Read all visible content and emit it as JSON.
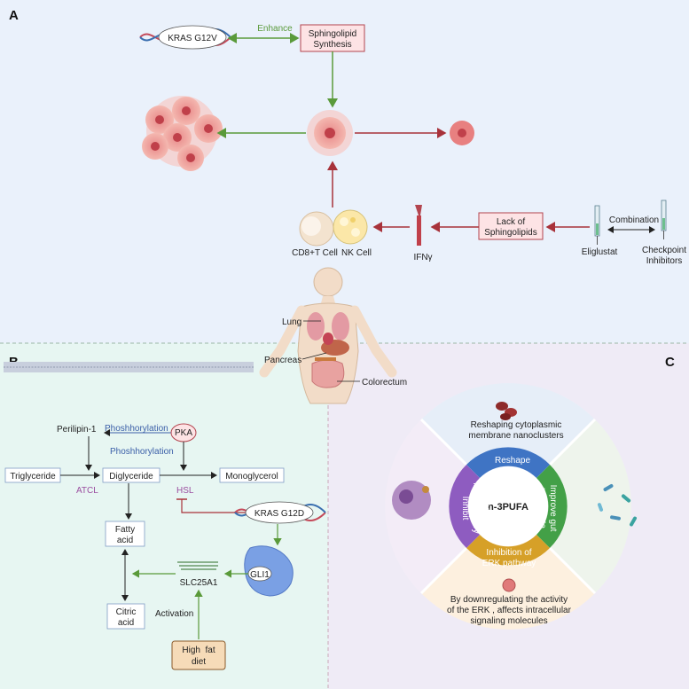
{
  "panels": {
    "a": {
      "letter": "A",
      "kras_g12v": "KRAS G12V",
      "enhance": "Enhance",
      "sphingolipid_synthesis": [
        "Sphingolipid",
        "Synthesis"
      ],
      "lack_of_sphingolipids": [
        "Lack of",
        "Sphingolipids"
      ],
      "combination": "Combination",
      "eliglustat": "Eliglustat",
      "checkpoint_inhibitors": [
        "Checkpoint",
        "Inhibitors"
      ],
      "ifn": "IFNγ",
      "cd8_t_cell": "CD8+T Cell",
      "nk_cell": "NK Cell",
      "lung": "Lung",
      "pancreas": "Pancreas",
      "colorectum": "Colorectum"
    },
    "b": {
      "letter": "B",
      "perilipin": "Perilipin-1",
      "phos1": "Phoshhorylation",
      "pka": "PKA",
      "phos2": "Phoshhorylation",
      "triglyceride": "Triglyceride",
      "diglyceride": "Diglyceride",
      "monoglycerol": "Monoglycerol",
      "atcl": "ATCL",
      "hsl": "HSL",
      "kras_g12d": "KRAS G12D",
      "fatty_acid": [
        "Fatty",
        "acid"
      ],
      "gli1": "GLI1",
      "slc25a1": "SLC25A1",
      "citric_acid": [
        "Citric",
        "acid"
      ],
      "activation": "Activation",
      "high_fat_diet": [
        "High  fat",
        "diet"
      ]
    },
    "c": {
      "letter": "C",
      "reshaping": [
        "Reshaping cytoplasmic",
        "membrane nanoclusters"
      ],
      "reshape": "Reshape",
      "improve": [
        "Improve gut",
        "microbiota"
      ],
      "inhibit": [
        "Inhibit",
        "inflammatory",
        "response"
      ],
      "erk_inhibition": [
        "Inhibition of",
        "ERK pathway"
      ],
      "center": "n-3PUFA",
      "downreg": [
        "By downregulating the activity",
        "of the ERK , affects intracellular",
        "signaling molecules"
      ]
    }
  },
  "colors": {
    "panel_a_bg": "#eaf1fb",
    "panel_b_bg": "#e7f6f2",
    "panel_c_bg": "#efebf6",
    "green_arrow": "#5a9a3a",
    "red_arrow": "#a8323a",
    "blue_text": "#3b5fa8",
    "purple_text": "#9b4ea0",
    "reshape_blue": "#3f74c4",
    "gut_green": "#43a047",
    "erk_gold": "#d6a028",
    "inflam_purple": "#8e5cc0"
  }
}
